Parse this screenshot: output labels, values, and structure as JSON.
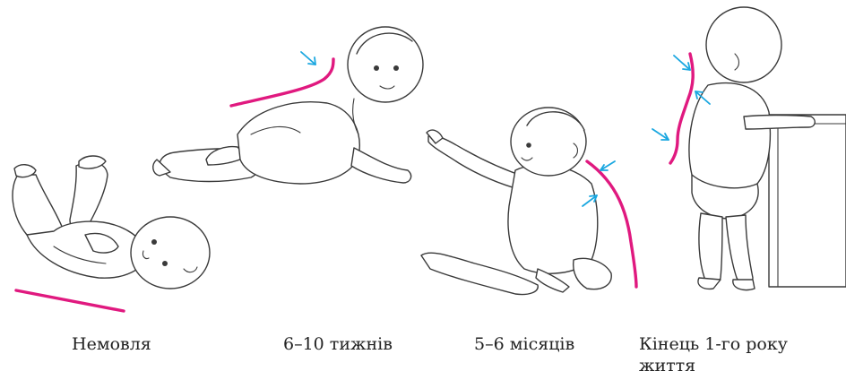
{
  "colors": {
    "spine_curve": "#e0197f",
    "arrow": "#1aa7e0",
    "outline": "#3a3a3a"
  },
  "stages": [
    {
      "label": "Немовля"
    },
    {
      "label": "6–10 тижнів"
    },
    {
      "label": "5–6 місяців"
    },
    {
      "label": "Кінець 1-го року\nжиття"
    }
  ]
}
